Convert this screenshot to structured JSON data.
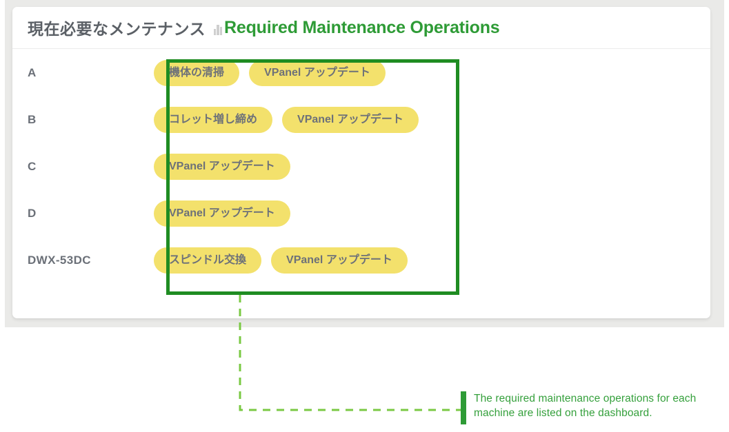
{
  "card": {
    "header": {
      "title_ja": "現在必要なメンテナンス",
      "icon": "bar-chart-icon",
      "title_en": "Required Maintenance Operations"
    },
    "rows": [
      {
        "machine": "A",
        "operations": [
          "機体の清掃",
          "VPanel アップデート"
        ]
      },
      {
        "machine": "B",
        "operations": [
          "コレット増し締め",
          "VPanel アップデート"
        ]
      },
      {
        "machine": "C",
        "operations": [
          "VPanel アップデート"
        ]
      },
      {
        "machine": "D",
        "operations": [
          "VPanel アップデート"
        ]
      },
      {
        "machine": "DWX-53DC",
        "operations": [
          "スピンドル交換",
          "VPanel アップデート"
        ]
      }
    ]
  },
  "annotation": {
    "text": "The required maintenance operations for each\nmachine are listed on the dashboard."
  },
  "colors": {
    "highlight_border": "#1f8c22",
    "connector": "#7ac943",
    "pill": "#f3e16c",
    "accent_green": "#2e9b36",
    "page_band": "#eaeae8"
  }
}
